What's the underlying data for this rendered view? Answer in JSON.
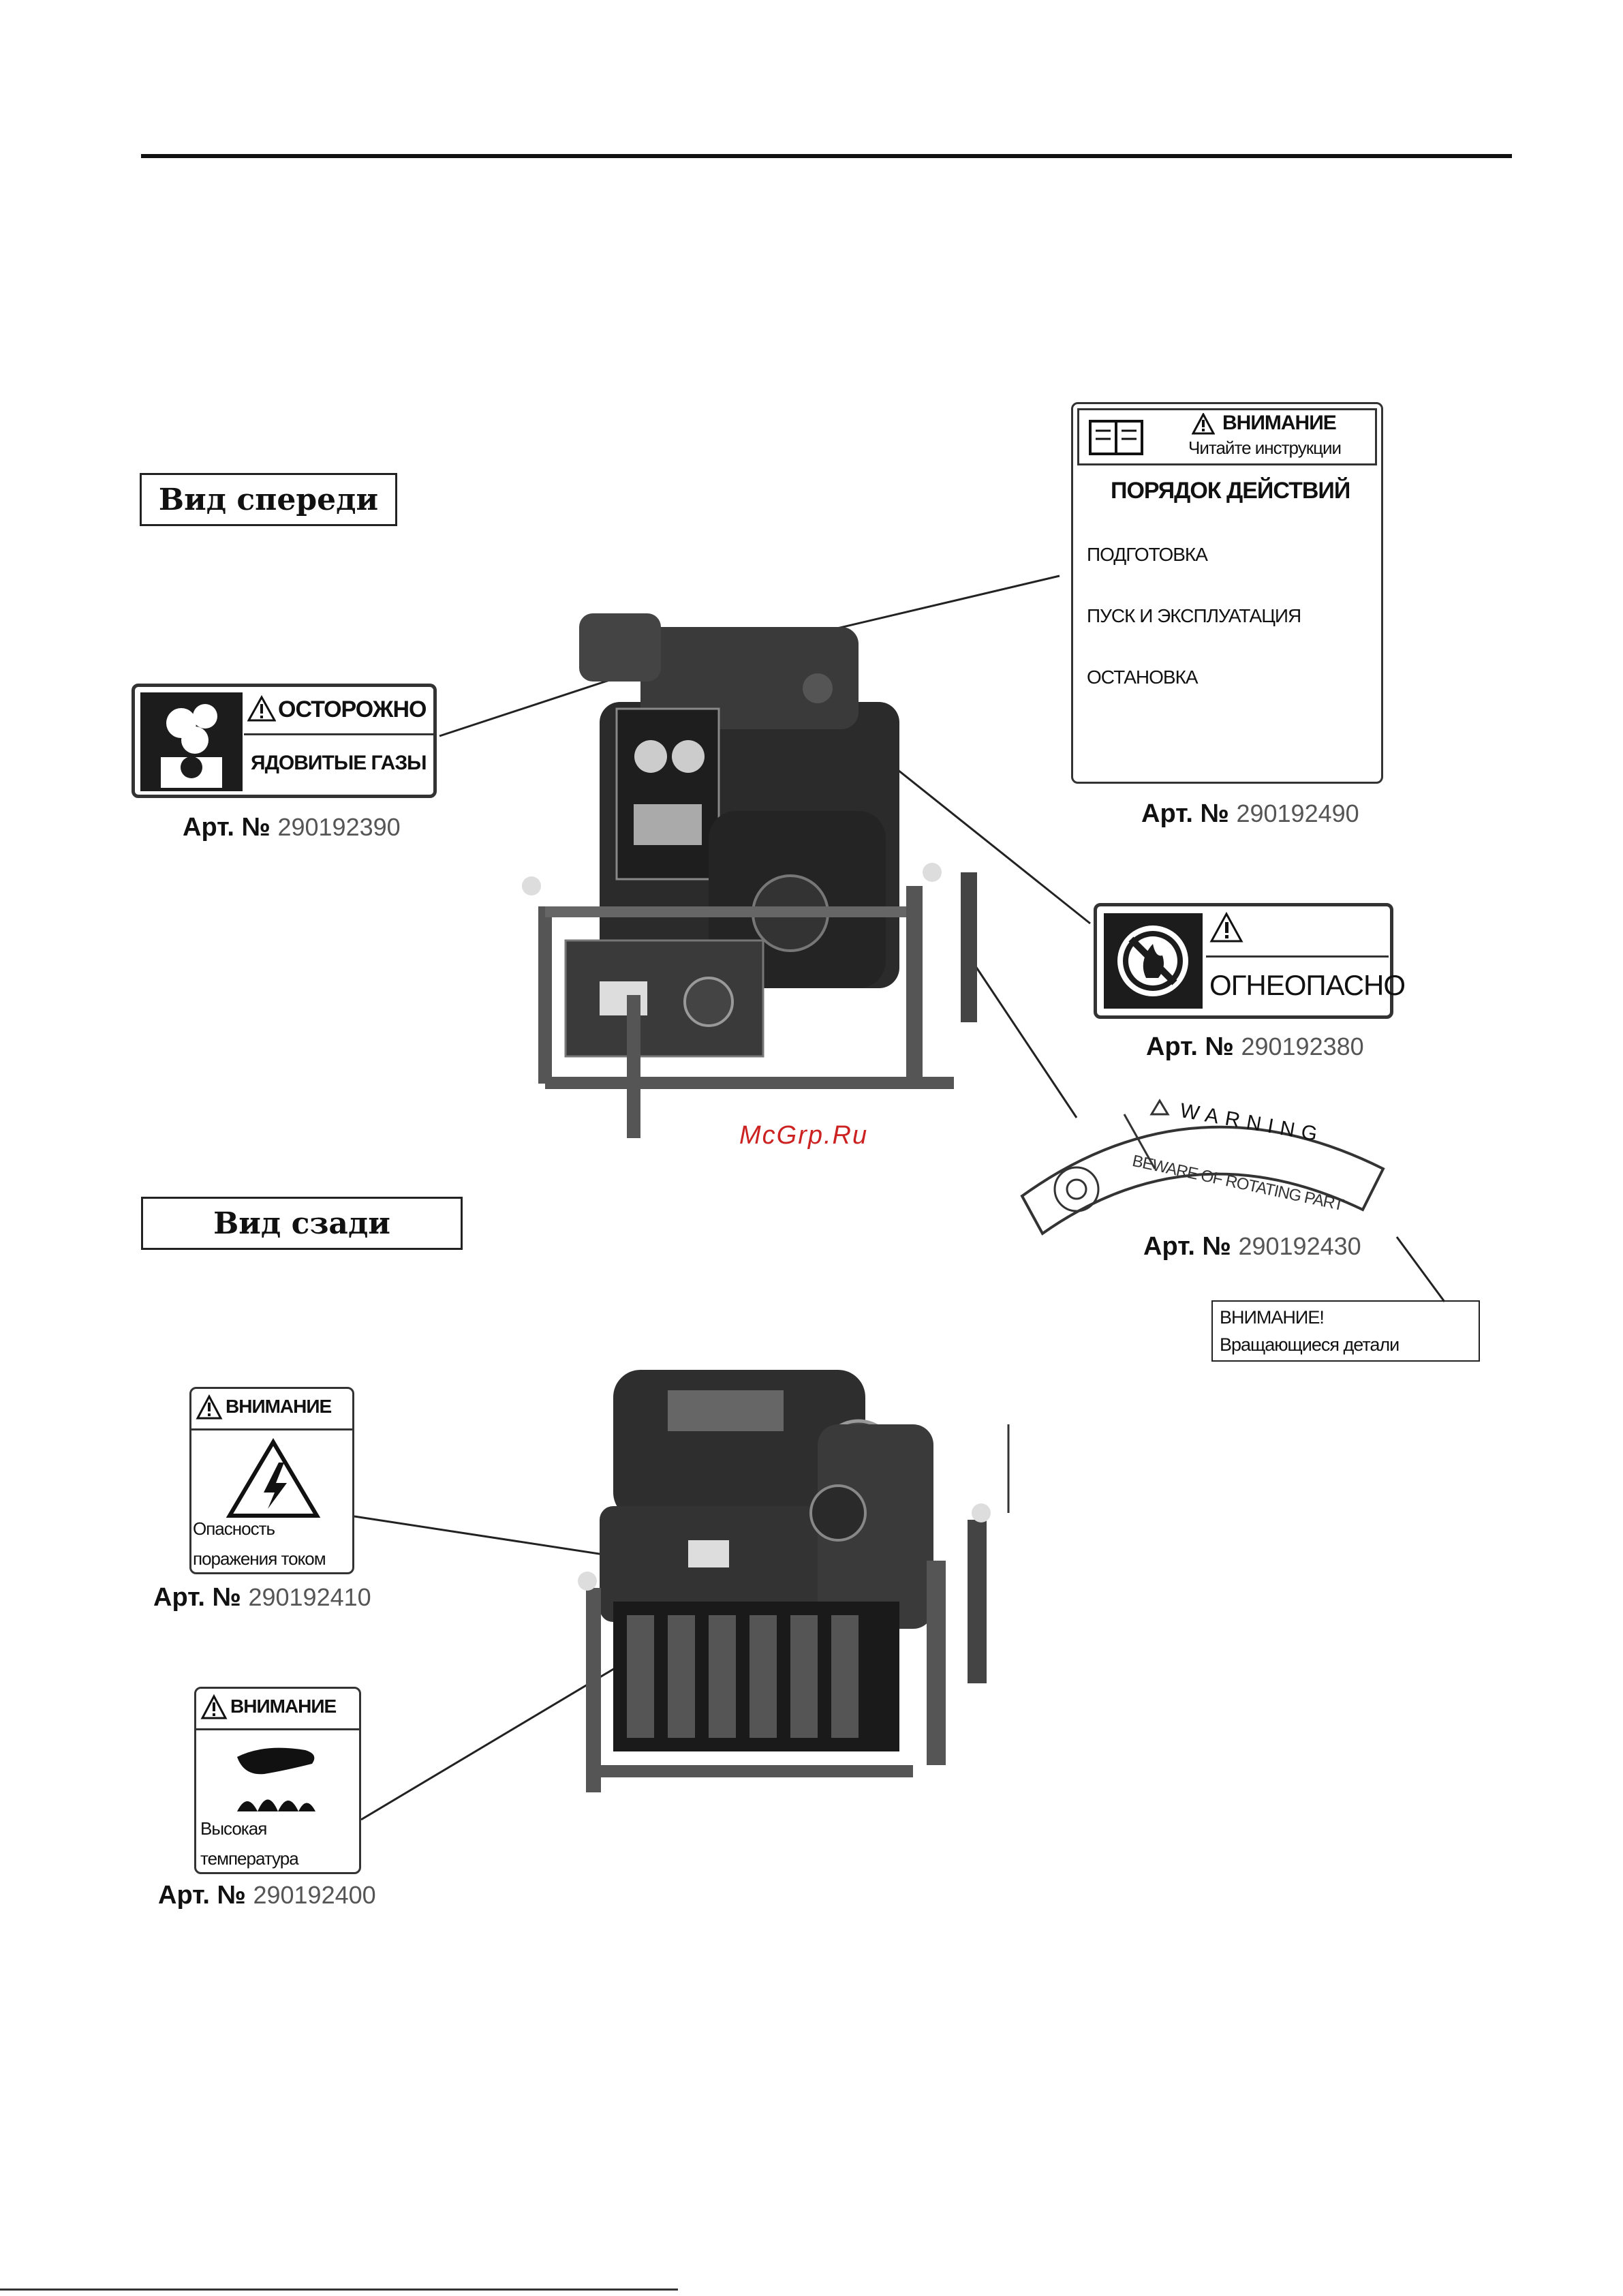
{
  "front_view": {
    "heading": "Вид спереди",
    "labels": {
      "gas": {
        "title": "ОСТОРОЖНО",
        "text": "ЯДОВИТЫЕ ГАЗЫ",
        "art_prefix": "Арт. №",
        "art_number": "290192390"
      },
      "instructions": {
        "title": "ВНИМАНИЕ",
        "subtitle": "Читайте инструкции",
        "heading": "ПОРЯДОК ДЕЙСТВИЙ",
        "items": [
          "ПОДГОТОВКА",
          "ПУСК И ЭКСПЛУАТАЦИЯ",
          "ОСТАНОВКА"
        ],
        "art_prefix": "Арт. №",
        "art_number": "290192490"
      },
      "fire": {
        "text": "ОГНЕОПАСНО",
        "art_prefix": "Арт. №",
        "art_number": "290192380"
      },
      "rotating": {
        "title": "WARNING",
        "text": "BEWARE OF ROTATING PART",
        "art_prefix": "Арт. №",
        "art_number": "290192430",
        "translation_line1": "ВНИМАНИЕ!",
        "translation_line2": "Вращающиеся детали"
      }
    }
  },
  "rear_view": {
    "heading": "Вид сзади",
    "labels": {
      "electric": {
        "title": "ВНИМАНИЕ",
        "line1": "Опасность",
        "line2": "поражения током",
        "art_prefix": "Арт. №",
        "art_number": "290192410"
      },
      "hot": {
        "title": "ВНИМАНИЕ",
        "line1": "Высокая",
        "line2": "температура",
        "art_prefix": "Арт. №",
        "art_number": "290192400"
      }
    }
  },
  "watermark": "McGrp.Ru",
  "icons": [
    "poison-gas-icon",
    "warning-triangle-icon",
    "book-icon",
    "no-fire-icon",
    "rotating-part-icon",
    "lightning-icon",
    "hot-hand-icon",
    "engine-front-image",
    "engine-rear-image"
  ]
}
